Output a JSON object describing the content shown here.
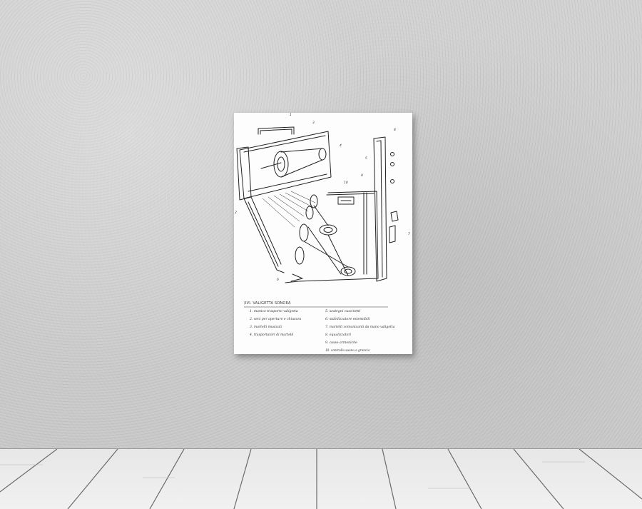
{
  "artwork": {
    "caption_title": "XVI. VALIGETTA SONORA",
    "callouts": [
      "1",
      "2",
      "3",
      "4",
      "5",
      "6",
      "7",
      "8",
      "9",
      "10"
    ],
    "legend": [
      "1. manico trasporto valigetta",
      "2. seni per aperture e chiusura",
      "3. martelli musicali",
      "4. trasportatori di martelli",
      "5. sostegni cuscinetti",
      "6. stabilizzatore estensibili",
      "7. martelli comunicanti da mano valigetta",
      "8. equalizzatori",
      "9. casse armoniche",
      "10. controllo suono a grancia"
    ]
  },
  "colors": {
    "wall": "#cfcfcf",
    "floor": "#eeeeee",
    "paper": "#fdfdfd",
    "ink": "#222222"
  }
}
